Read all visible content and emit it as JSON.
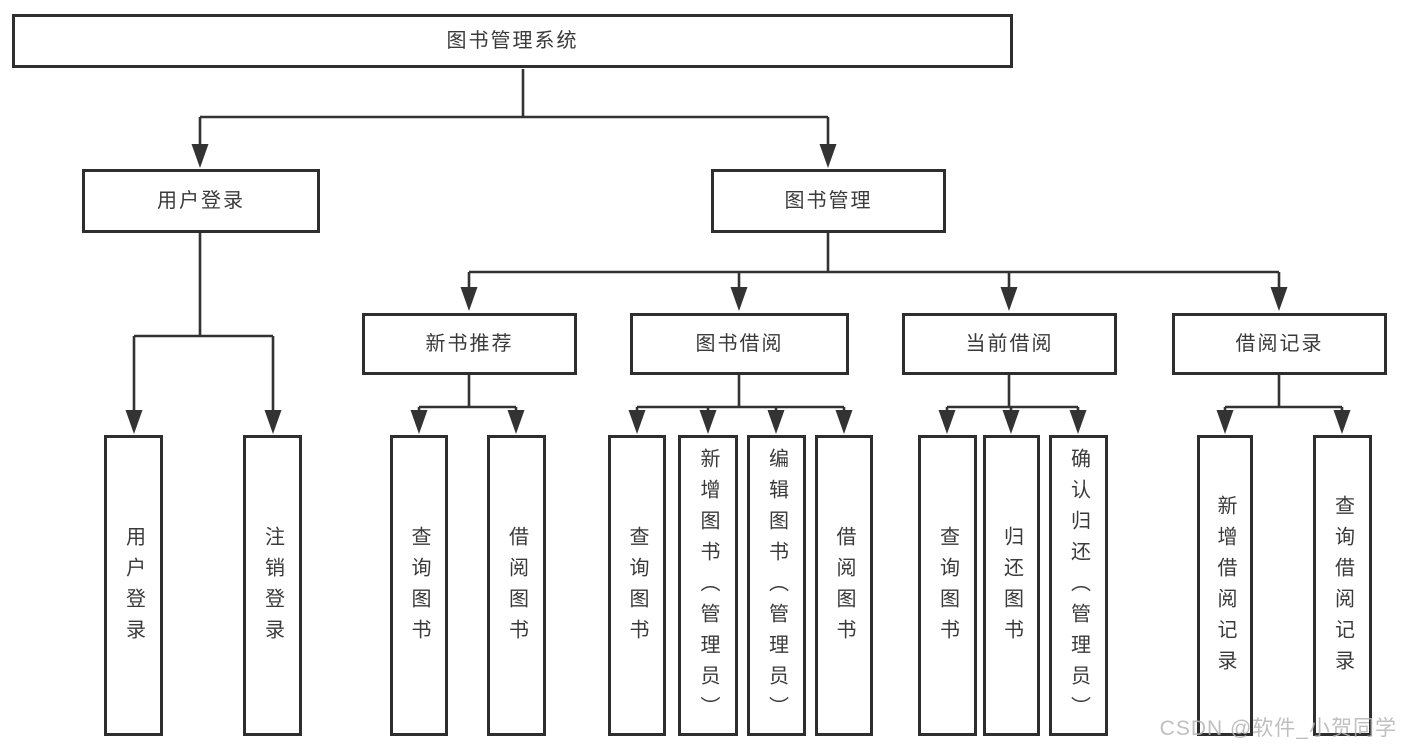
{
  "diagram": {
    "root_label": "图书管理系统",
    "branches": [
      {
        "label": "用户登录"
      },
      {
        "label": "图书管理"
      },
      {
        "label": "新书推荐"
      },
      {
        "label": "图书借阅"
      },
      {
        "label": "当前借阅"
      },
      {
        "label": "借阅记录"
      }
    ],
    "leaves": [
      {
        "label": "用户登录",
        "parent": "用户登录"
      },
      {
        "label": "注销登录",
        "parent": "用户登录"
      },
      {
        "label": "查询图书",
        "parent": "新书推荐"
      },
      {
        "label": "借阅图书",
        "parent": "新书推荐"
      },
      {
        "label": "查询图书",
        "parent": "图书借阅"
      },
      {
        "label": "新增图书（管理员）",
        "parent": "图书借阅"
      },
      {
        "label": "编辑图书（管理员）",
        "parent": "图书借阅"
      },
      {
        "label": "借阅图书",
        "parent": "图书借阅"
      },
      {
        "label": "查询图书",
        "parent": "当前借阅"
      },
      {
        "label": "归还图书",
        "parent": "当前借阅"
      },
      {
        "label": "确认归还（管理员）",
        "parent": "当前借阅"
      },
      {
        "label": "新增借阅记录",
        "parent": "借阅记录"
      },
      {
        "label": "查询借阅记录",
        "parent": "借阅记录"
      }
    ]
  },
  "watermark": {
    "text": "CSDN @软件_小贺同学"
  },
  "colors": {
    "box_border": "#2e2e2e",
    "box_background": "#ffffff",
    "text": "#3a3a3a",
    "connector": "#333333",
    "watermark": "#b5b5b5"
  }
}
